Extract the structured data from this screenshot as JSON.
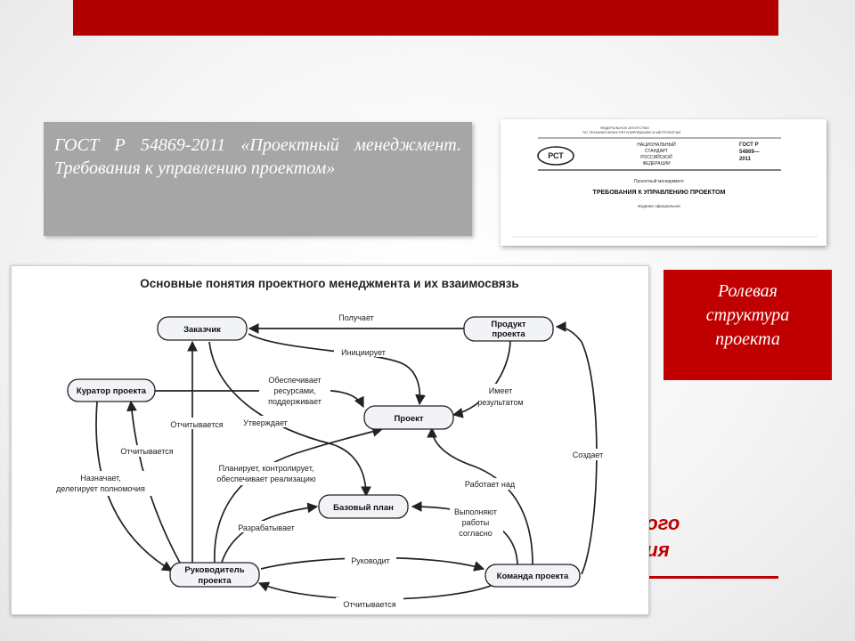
{
  "gost_box": {
    "text": "ГОСТ Р 54869-2011 «Проектный менеджмент. Требования к управлению проектом»"
  },
  "document_thumbnail": {
    "header_line_1": "ФЕДЕРАЛЬНОЕ АГЕНТСТВО",
    "header_line_2": "ПО ТЕХНИЧЕСКОМУ РЕГУЛИРОВАНИЮ И МЕТРОЛОГИИ",
    "standard_lines": [
      "НАЦИОНАЛЬНЫЙ",
      "СТАНДАРТ",
      "РОССИЙСКОЙ",
      "ФЕДЕРАЦИИ"
    ],
    "gost_number_lines": [
      "ГОСТ Р",
      "54869—",
      "2011"
    ],
    "subtitle": "Проектный менеджмент",
    "title": "ТРЕБОВАНИЯ К УПРАВЛЕНИЮ ПРОЕКТОМ",
    "edition": "Издание официальное"
  },
  "role_box": {
    "lines": [
      "Ролевая",
      "структура",
      "проекта"
    ]
  },
  "ghost_text": {
    "lines": [
      "ного",
      "ния"
    ]
  },
  "diagram": {
    "title": "Основные понятия проектного менеджмента и их взаимосвязь",
    "nodes": {
      "customer": [
        "Заказчик"
      ],
      "product": [
        "Продукт",
        "проекта"
      ],
      "curator": [
        "Куратор проекта"
      ],
      "project": [
        "Проект"
      ],
      "baseline": [
        "Базовый план"
      ],
      "manager": [
        "Руководитель",
        "проекта"
      ],
      "team": [
        "Команда проекта"
      ]
    },
    "edge_labels": {
      "receives": [
        "Получает"
      ],
      "initiates": [
        "Инициирует"
      ],
      "provides": [
        "Обеспечивает",
        "ресурсами,",
        "поддерживает"
      ],
      "has_result": [
        "Имеет",
        "результатом"
      ],
      "reports_mgr_customer": [
        "Отчитывается"
      ],
      "approves": [
        "Утверждает"
      ],
      "reports_mgr_curator": [
        "Отчитывается"
      ],
      "plans": [
        "Планирует, контролирует,",
        "обеспечивает реализацию"
      ],
      "appoints": [
        "Назначает,",
        "делегирует полномочия"
      ],
      "works_on": [
        "Работает над"
      ],
      "creates": [
        "Создает"
      ],
      "develops": [
        "Разрабатывает"
      ],
      "executes": [
        "Выполняют",
        "работы",
        "согласно"
      ],
      "leads": [
        "Руководит"
      ],
      "reports_team": [
        "Отчитывается"
      ]
    }
  }
}
